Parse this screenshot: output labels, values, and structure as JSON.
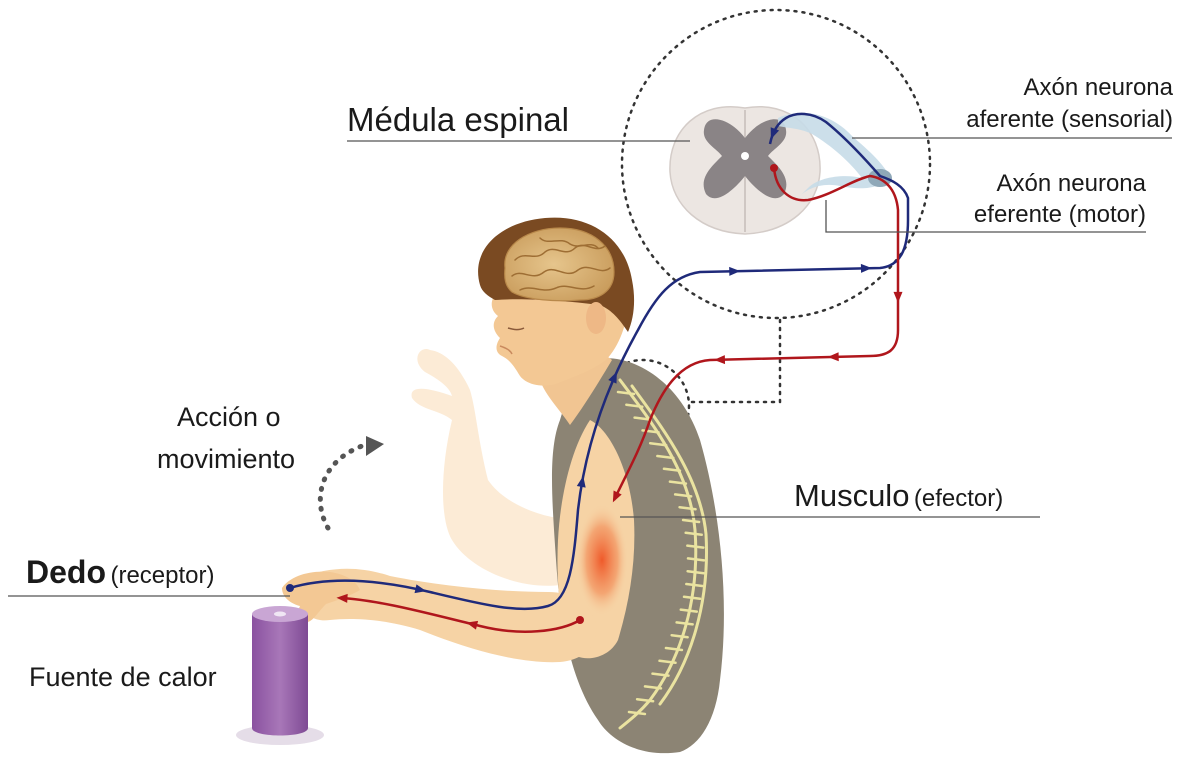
{
  "labels": {
    "spinal_cord": "Médula espinal",
    "afferent_line1": "Axón neurona",
    "afferent_line2": "aferente (sensorial)",
    "efferent_line1": "Axón neurona",
    "efferent_line2": "eferente (motor)",
    "action_line1": "Acción o",
    "action_line2": "movimiento",
    "muscle_main": "Musculo",
    "muscle_sub": "(efector)",
    "finger_main": "Dedo",
    "finger_sub": "(receptor)",
    "heat_source": "Fuente de calor"
  },
  "colors": {
    "afferent": "#1f2a7a",
    "efferent": "#b0161c",
    "skin": "#f6d3a5",
    "shirt": "#8c8474",
    "hair": "#7a4a22",
    "brain": "#d8b47a",
    "cylinder": "#9a64a8",
    "spine": "#eae3a0",
    "muscle": "#ef6b3a",
    "cord_outer": "#ece6e2",
    "cord_grey": "#8a8486",
    "leader": "#555555"
  },
  "icons": {
    "arrow": "curved-dotted-arrow-icon",
    "zoom": "dotted-magnifier-circle"
  }
}
